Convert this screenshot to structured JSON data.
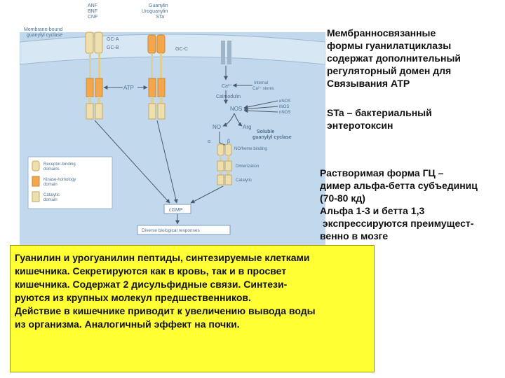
{
  "diagram": {
    "labels": {
      "membrane_bound": [
        "Membrane-bound",
        "guanylyl cyclase"
      ],
      "ligands_a": [
        "ANF",
        "BNF",
        "CNF"
      ],
      "ligands_b": [
        "Guanylin",
        "Uroguanylin",
        "STa"
      ],
      "gc_a": "GC-A",
      "gc_b": "GC-B",
      "gc_c": "GC-C",
      "atp": "ATP",
      "ca": "Ca²⁺",
      "ca_internal": "Internal",
      "ca_stores": "Ca²⁺ stores",
      "calmodulin": "Calmodulin",
      "nos": "NOS",
      "nos_types": [
        "eNOS",
        "iNOS",
        "nNOS"
      ],
      "no": "NO",
      "arg": "Arg",
      "soluble": [
        "Soluble",
        "guanylyl cyclase"
      ],
      "alpha": "α",
      "beta": "β",
      "heme": "NO/heme binding",
      "dimerization": "Dimerization",
      "catalytic": "Catalytic",
      "cgmp": "cGMP",
      "diverse": "Diverse biological responses"
    },
    "legend": [
      [
        "Receptor-binding",
        "domains"
      ],
      [
        "Kinase-homology",
        "domain"
      ],
      [
        "Catalytic",
        "domain"
      ]
    ],
    "colors": {
      "background": "#c2d9ed",
      "membrane": "#d7e7f4",
      "orange_domain": "#f3a74a",
      "pale_domain": "#eddfae",
      "arrow": "#4a5a6a"
    }
  },
  "notes": {
    "membrane_forms": "Мембранносвязанные\nформы гуанилатциклазы\nсодержат дополнительный\nрегуляторный домен для\nСвязывания АТР",
    "sta": "STa – бактериальный\nэнтеротоксин",
    "soluble_form": "Растворимая форма ГЦ –\nдимер альфа-бетта субъединиц\n(70-80 кд)\nАльфа 1-3 и бетта 1,3\n экспрессируются преимущест-\nвенно в мозге"
  },
  "yellow_box": {
    "text": "Гуанилин и урогуанилин пептиды, синтезируемые клетками\nкишечника. Секретируются как в кровь, так и в просвет\nкишечника. Содержат 2 дисульфидные связи. Синтези-\nруются из крупных молекул предшественников.\nДействие в кишечнике приводит к увеличению вывода воды\nиз организма. Аналогичный эффект на почки."
  }
}
